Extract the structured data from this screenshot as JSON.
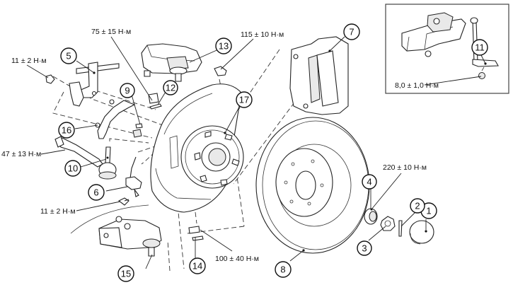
{
  "diagram": {
    "title": "",
    "callouts": [
      {
        "id": "1",
        "label": "1"
      },
      {
        "id": "2",
        "label": "2"
      },
      {
        "id": "3",
        "label": "3"
      },
      {
        "id": "4",
        "label": "4"
      },
      {
        "id": "5",
        "label": "5"
      },
      {
        "id": "6",
        "label": "6"
      },
      {
        "id": "7",
        "label": "7"
      },
      {
        "id": "8",
        "label": "8"
      },
      {
        "id": "9",
        "label": "9"
      },
      {
        "id": "10",
        "label": "10"
      },
      {
        "id": "11",
        "label": "11"
      },
      {
        "id": "12",
        "label": "12"
      },
      {
        "id": "13",
        "label": "13"
      },
      {
        "id": "14",
        "label": "14"
      },
      {
        "id": "15",
        "label": "15"
      },
      {
        "id": "16",
        "label": "16"
      },
      {
        "id": "17",
        "label": "17"
      }
    ],
    "torques": {
      "t_75": "75 ± 15 Н·м",
      "t_11a": "11 ± 2 Н·м",
      "t_115": "115 ± 10 Н·м",
      "t_47": "47 ± 13 Н·м",
      "t_11b": "11 ± 2 Н·м",
      "t_220": "220 ± 10 Н·м",
      "t_100": "100 ± 40 Н·м",
      "t_8": "8,0 ± 1,0 Н·м"
    },
    "inset": {
      "name": "height-sensor-inset",
      "callout": "11",
      "torque": "8,0 ± 1,0 Н·м"
    }
  }
}
